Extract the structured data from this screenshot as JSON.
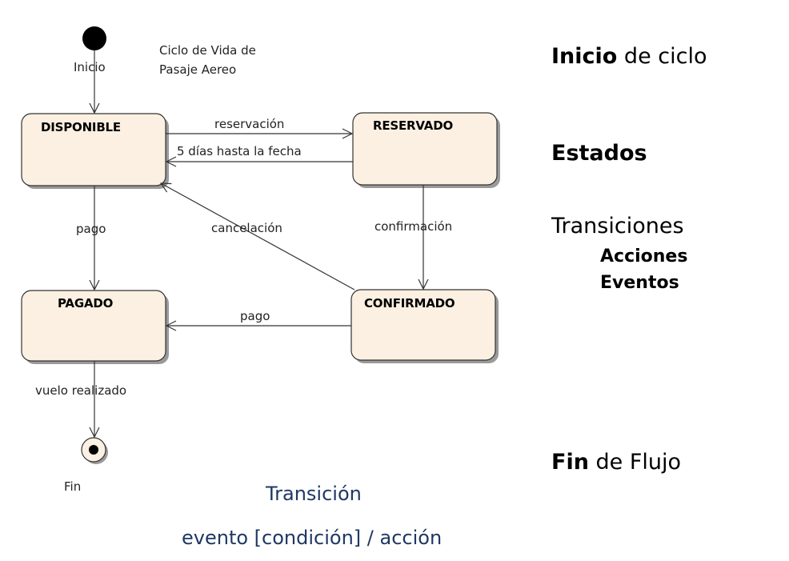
{
  "diagram": {
    "title_line1": "Ciclo de Vida de",
    "title_line2": "Pasaje Aereo",
    "start_label": "Inicio",
    "end_label": "Fin",
    "states": {
      "disponible": "DISPONIBLE",
      "reservado": "RESERVADO",
      "pagado": "PAGADO",
      "confirmado": "CONFIRMADO"
    },
    "transitions": {
      "reservacion": "reservación",
      "cinco_dias": "5 días hasta la fecha",
      "pago_left": "pago",
      "cancelacion": "cancelación",
      "confirmacion": "confirmación",
      "pago_bottom": "pago",
      "vuelo": "vuelo realizado"
    },
    "colors": {
      "state_fill": "#fbf0e1",
      "state_stroke": "#333333",
      "shadow": "#999999",
      "note_text": "#1f3864"
    }
  },
  "legend": {
    "inicio_bold": "Inicio",
    "inicio_rest": " de ciclo",
    "estados": "Estados",
    "transiciones": "Transiciones",
    "acciones": "Acciones",
    "eventos": "Eventos",
    "fin_bold": "Fin",
    "fin_rest": " de Flujo"
  },
  "notes": {
    "transicion": "Transición",
    "formula": "evento [condición] / acción"
  }
}
